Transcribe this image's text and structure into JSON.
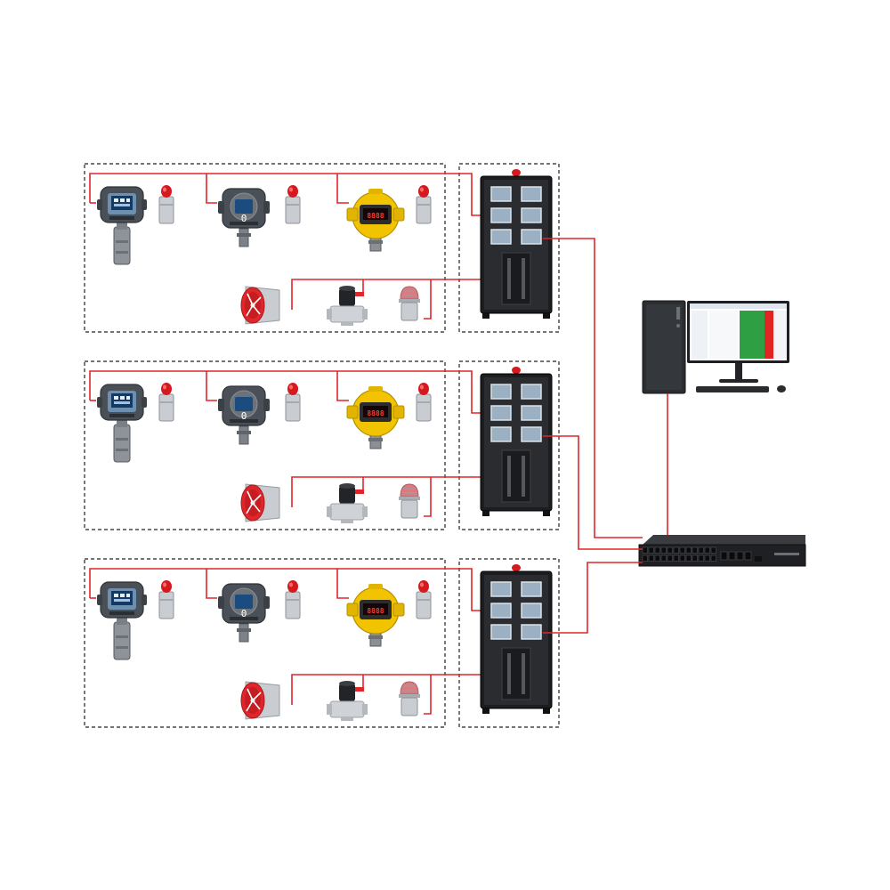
{
  "zones": [
    {
      "id": "zone-1",
      "detector_b_reading": "0",
      "detector_c_reading": "8888"
    },
    {
      "id": "zone-2",
      "detector_b_reading": "0",
      "detector_c_reading": "8888"
    },
    {
      "id": "zone-3",
      "detector_b_reading": "0",
      "detector_c_reading": "8888"
    }
  ],
  "icons": {
    "detector_a": "gas-detector-icon",
    "detector_b": "gas-detector-lcd-icon",
    "detector_c": "explosion-proof-gas-detector-icon",
    "beacon": "alarm-beacon-icon",
    "fan": "exhaust-fan-icon",
    "valve": "solenoid-valve-icon",
    "strobe": "strobe-light-icon",
    "cabinet": "control-cabinet-icon",
    "computer": "monitoring-computer-icon",
    "switch": "network-switch-icon"
  },
  "colors": {
    "wire": "#e0262b",
    "detector_yellow": "#f2c300",
    "detector_gray": "#4a5058",
    "fan_red": "#e0262b",
    "cabinet": "#1c1d20",
    "screen_green": "#2ea043",
    "screen_red": "#e02424"
  }
}
